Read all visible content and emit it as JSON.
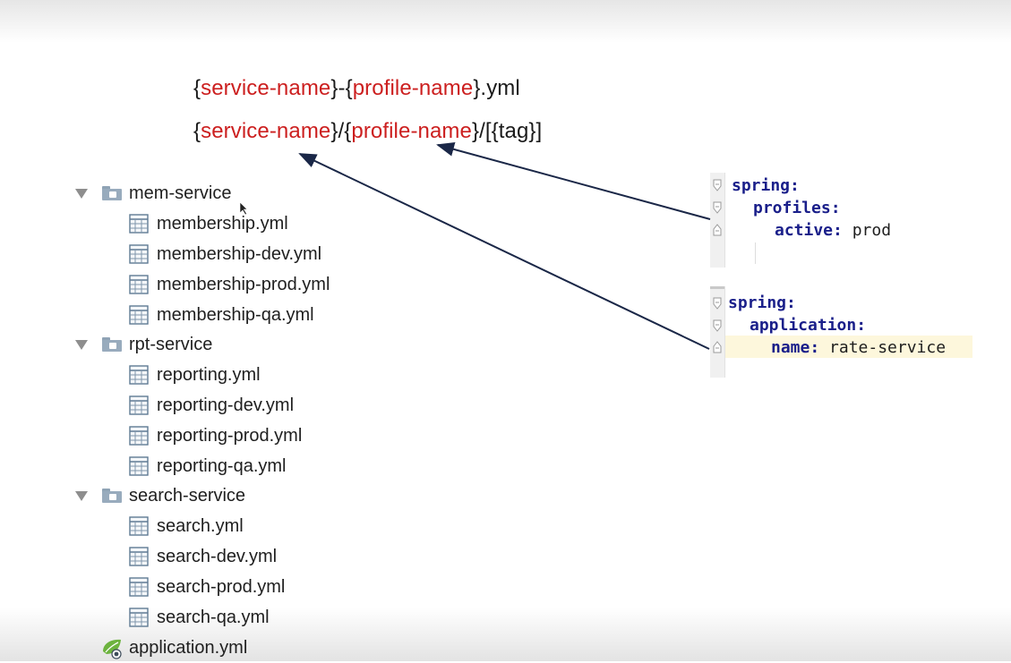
{
  "patterns": {
    "line1": {
      "open1": "{",
      "var1": "service-name",
      "mid1": "}-{",
      "var2": "profile-name",
      "tail": "}.yml"
    },
    "line2": {
      "open1": "{",
      "var1": "service-name",
      "mid1": "}/{",
      "var2": "profile-name",
      "tail": "}/[{tag}]"
    }
  },
  "tree": {
    "folders": [
      {
        "name": "mem-service",
        "files": [
          "membership.yml",
          "membership-dev.yml",
          "membership-prod.yml",
          "membership-qa.yml"
        ]
      },
      {
        "name": "rpt-service",
        "files": [
          "reporting.yml",
          "reporting-dev.yml",
          "reporting-prod.yml",
          "reporting-qa.yml"
        ]
      },
      {
        "name": "search-service",
        "files": [
          "search.yml",
          "search-dev.yml",
          "search-prod.yml",
          "search-qa.yml"
        ]
      }
    ],
    "root_file": "application.yml"
  },
  "snippets": {
    "profiles": {
      "l1_key": "spring:",
      "l2_key": "profiles:",
      "l3_key": "active:",
      "l3_val": " prod"
    },
    "application": {
      "l1_key": "spring:",
      "l2_key": "application:",
      "l3_key": "name:",
      "l3_val": " rate-service"
    }
  },
  "colors": {
    "variable": "#cc1f1f",
    "yaml_key": "#1a1f8a",
    "arrow": "#1a2747",
    "highlight": "#fdf7dc"
  }
}
